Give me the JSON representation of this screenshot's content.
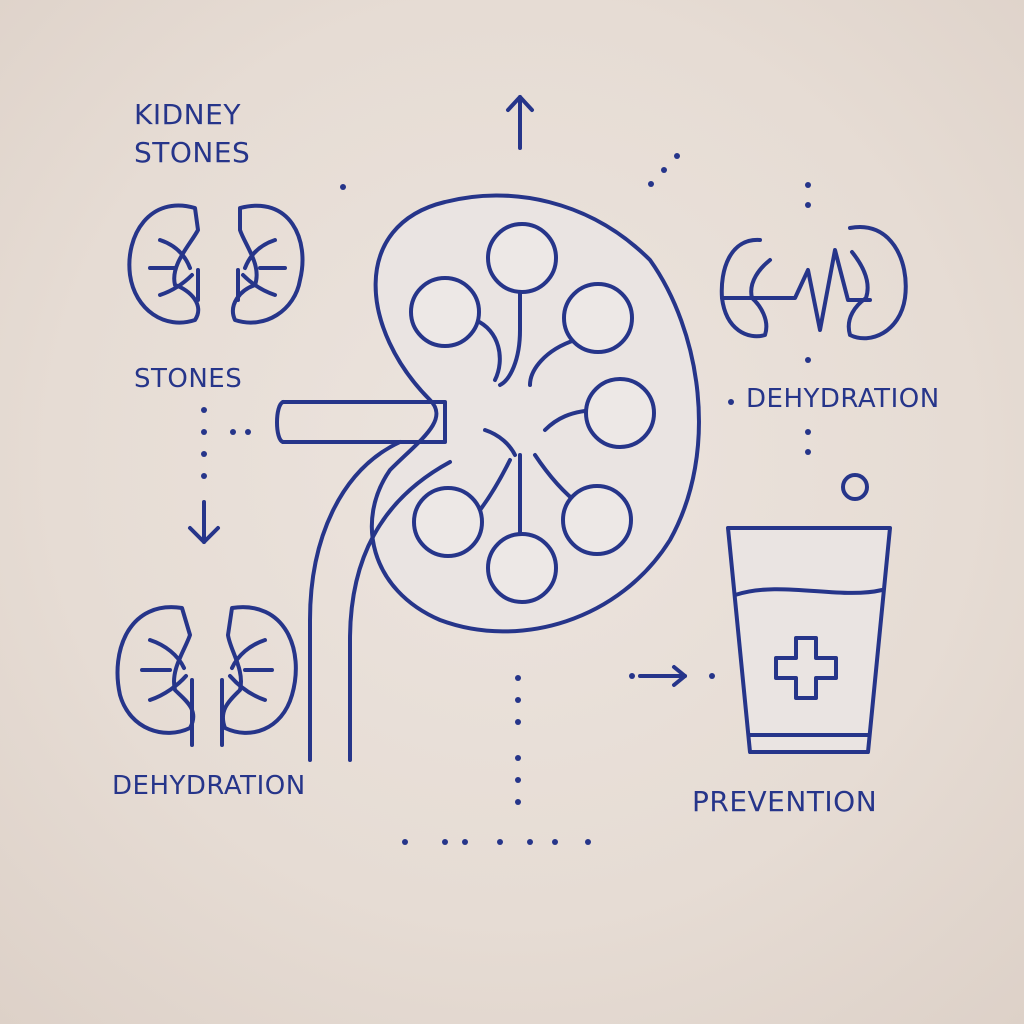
{
  "title": "KIDNEY\nSTONES",
  "labels": {
    "stones": "STONES",
    "dehydration_left": "DEHYDRATION",
    "dehydration_right": "DEHYDRATION",
    "prevention": "PREVENTION"
  },
  "colors": {
    "ink": "#26358a",
    "background": "#e8ddd6",
    "stone_fill": "#ede8e6"
  }
}
